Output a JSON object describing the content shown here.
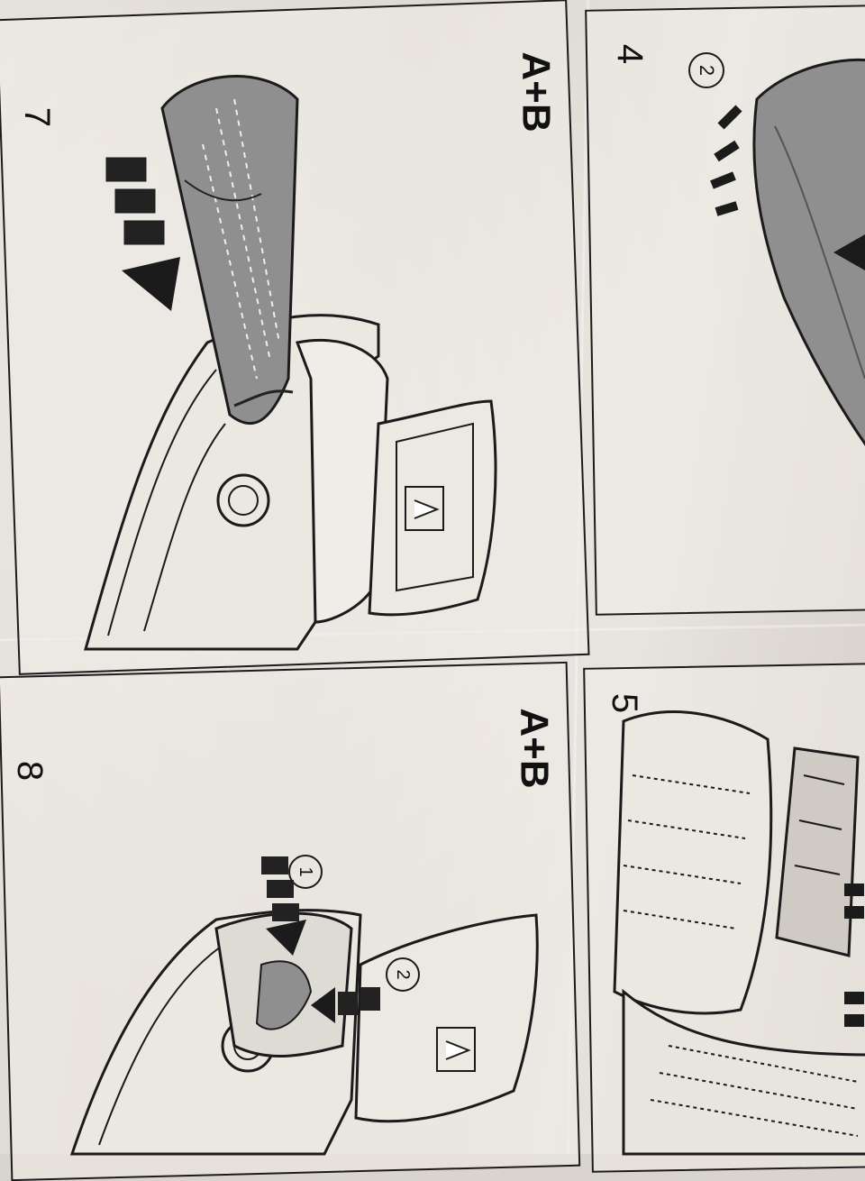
{
  "document": {
    "panels": [
      {
        "step": "7",
        "people": "A+B",
        "description": "tonneau cover bag lowered into trunk"
      },
      {
        "step": "4",
        "circle_label": "2"
      },
      {
        "step": "8",
        "people": "A+B",
        "callouts": [
          "1",
          "2"
        ]
      },
      {
        "step": "5"
      }
    ]
  },
  "colors": {
    "paper": "#e2ded8",
    "ink": "#1b1b1b",
    "cover_fill": "#8f8f8f"
  }
}
